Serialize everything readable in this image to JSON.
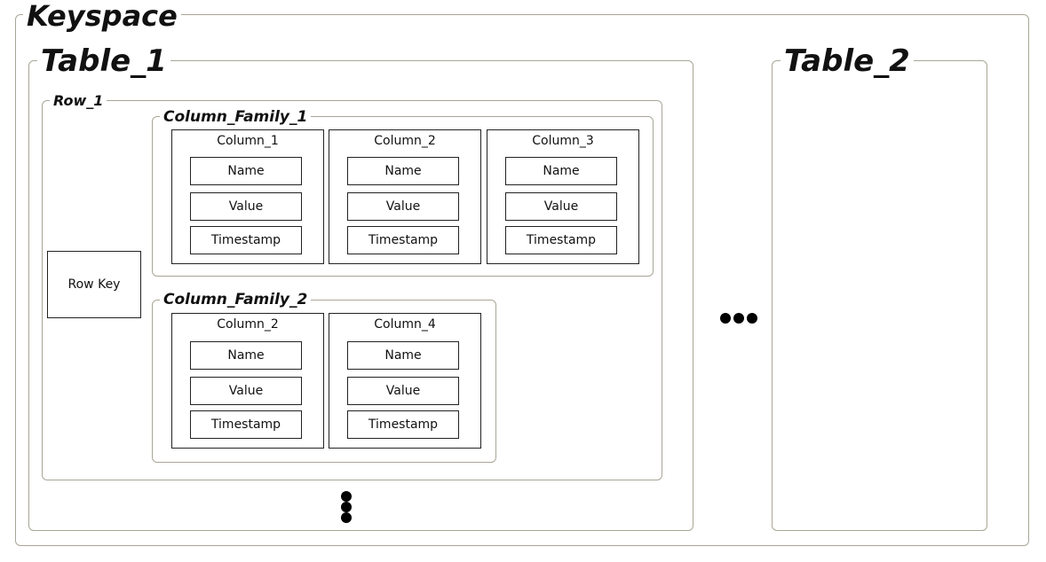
{
  "keyspace": {
    "label": "Keyspace"
  },
  "table1": {
    "label": "Table_1"
  },
  "table2": {
    "label": "Table_2"
  },
  "row1": {
    "label": "Row_1",
    "row_key": "Row Key"
  },
  "cf1": {
    "label": "Column_Family_1",
    "columns": [
      {
        "title": "Column_1",
        "cells": [
          "Name",
          "Value",
          "Timestamp"
        ]
      },
      {
        "title": "Column_2",
        "cells": [
          "Name",
          "Value",
          "Timestamp"
        ]
      },
      {
        "title": "Column_3",
        "cells": [
          "Name",
          "Value",
          "Timestamp"
        ]
      }
    ]
  },
  "cf2": {
    "label": "Column_Family_2",
    "columns": [
      {
        "title": "Column_2",
        "cells": [
          "Name",
          "Value",
          "Timestamp"
        ]
      },
      {
        "title": "Column_4",
        "cells": [
          "Name",
          "Value",
          "Timestamp"
        ]
      }
    ]
  }
}
